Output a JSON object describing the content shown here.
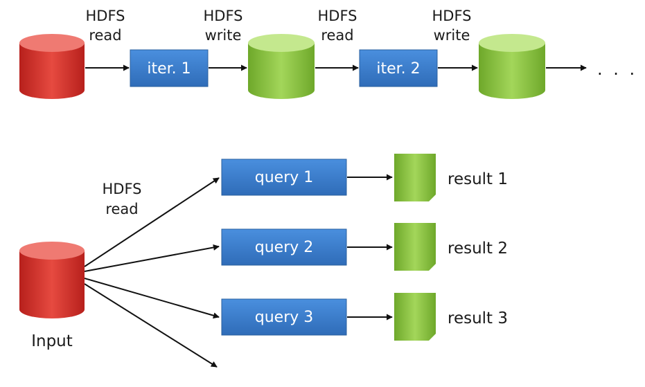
{
  "colors": {
    "input_db": "#d9302b",
    "output_db": "#8cc43c",
    "process_box": "#3b7fd0",
    "result_doc": "#8cc43c",
    "arrow": "#111111"
  },
  "iterative": {
    "labels": [
      {
        "top": "HDFS",
        "bottom": "read"
      },
      {
        "top": "HDFS",
        "bottom": "write"
      },
      {
        "top": "HDFS",
        "bottom": "read"
      },
      {
        "top": "HDFS",
        "bottom": "write"
      }
    ],
    "steps": [
      "iter. 1",
      "iter. 2"
    ],
    "ellipsis": ". . ."
  },
  "interactive": {
    "read_label": {
      "top": "HDFS",
      "bottom": "read"
    },
    "input_label": "Input",
    "queries": [
      "query 1",
      "query 2",
      "query 3"
    ],
    "results": [
      "result 1",
      "result 2",
      "result 3"
    ]
  }
}
